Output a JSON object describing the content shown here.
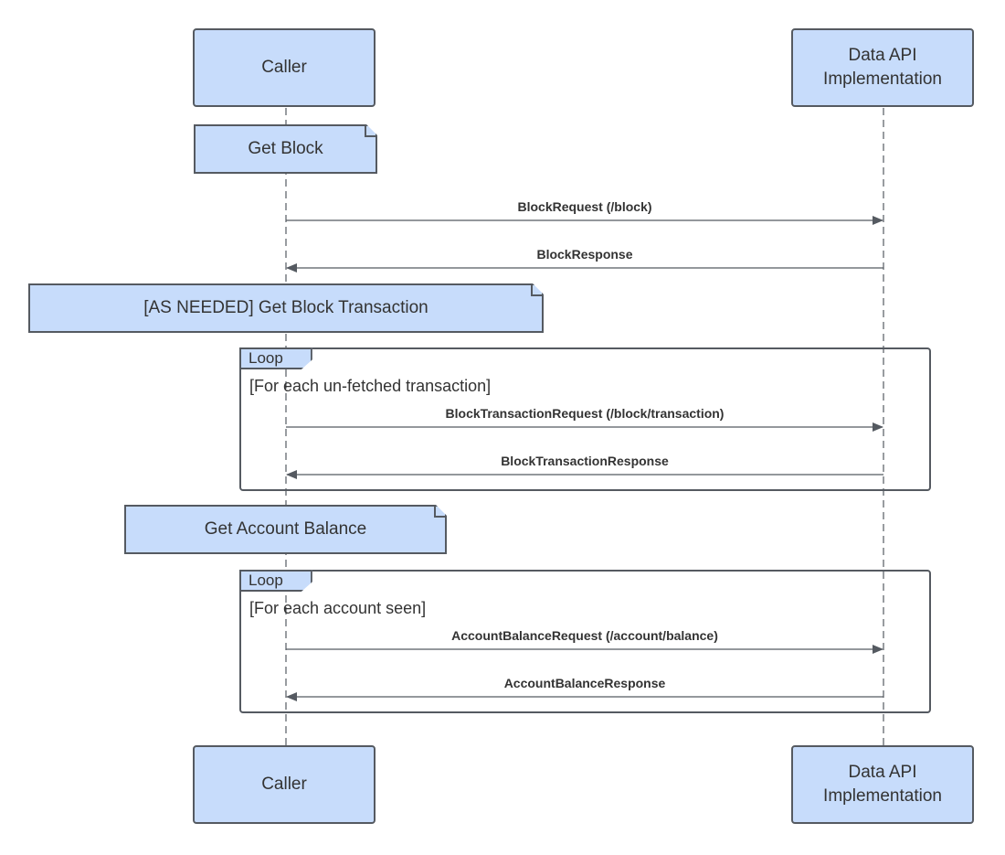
{
  "actors": {
    "caller": "Caller",
    "data_api": "Data API\nImplementation"
  },
  "notes": {
    "get_block": "Get Block",
    "as_needed": "[AS NEEDED] Get Block Transaction",
    "get_account_balance": "Get Account Balance"
  },
  "loops": [
    {
      "label": "Loop",
      "condition": "[For each un-fetched transaction]",
      "request": "BlockTransactionRequest (/block/transaction)",
      "response": "BlockTransactionResponse"
    },
    {
      "label": "Loop",
      "condition": "[For each account seen]",
      "request": "AccountBalanceRequest (/account/balance)",
      "response": "AccountBalanceResponse"
    }
  ],
  "messages": {
    "block_request": "BlockRequest (/block)",
    "block_response": "BlockResponse"
  },
  "colors": {
    "box_fill": "#c7dcfb",
    "stroke": "#555a61",
    "text": "#333333"
  }
}
